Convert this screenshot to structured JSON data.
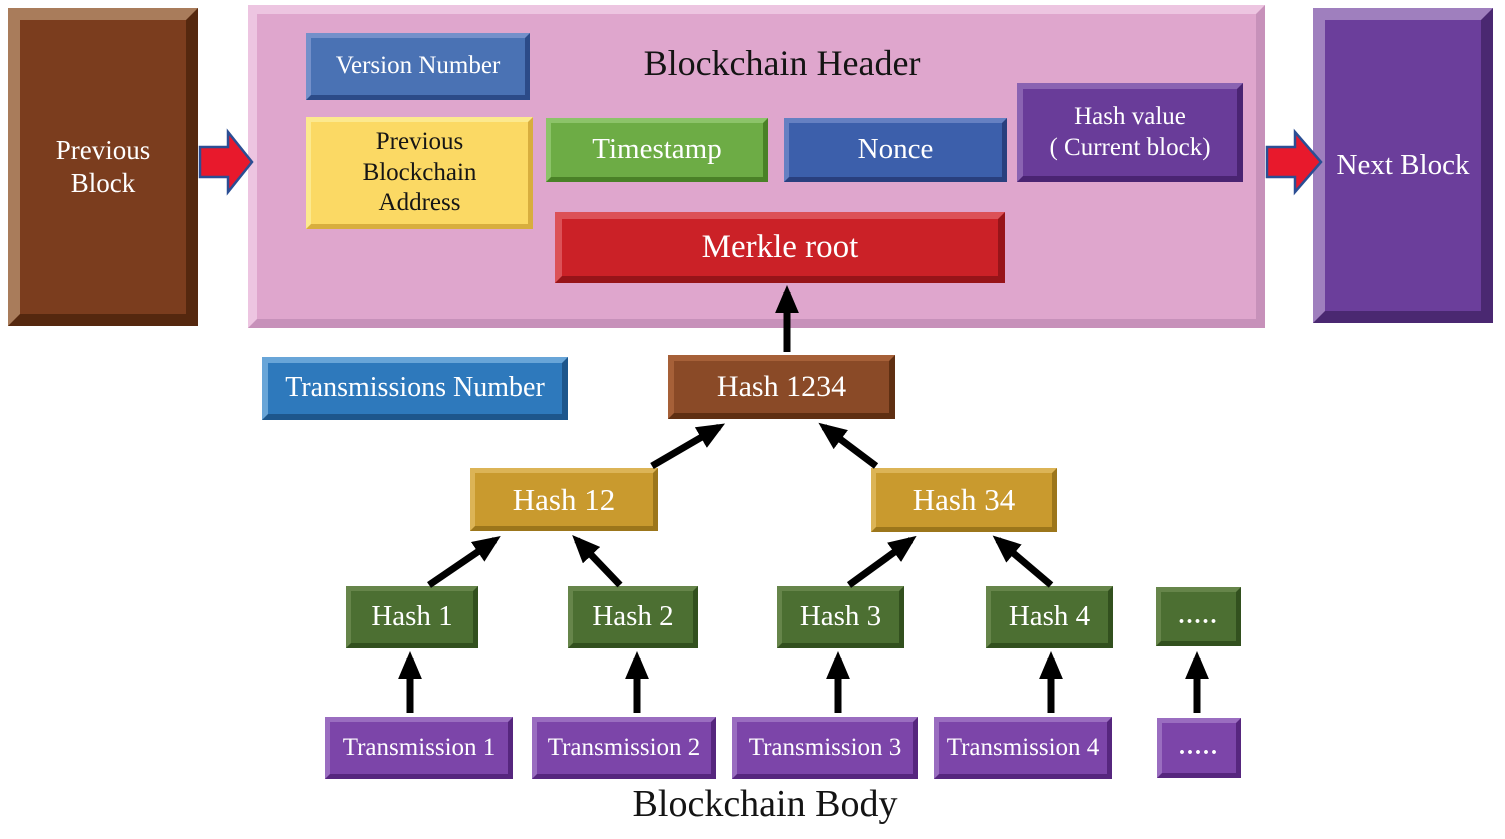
{
  "chain": {
    "previous_block_label": "Previous Block",
    "next_block_label": "Next Block"
  },
  "header": {
    "title": "Blockchain Header",
    "version_number": "Version Number",
    "previous_address": "Previous Blockchain Address",
    "timestamp": "Timestamp",
    "nonce": "Nonce",
    "hash_value_line1": "Hash value",
    "hash_value_line2": "( Current block)",
    "merkle_root": "Merkle root"
  },
  "body": {
    "title": "Blockchain Body",
    "transmissions_number": "Transmissions Number",
    "merkle_tree": {
      "root": "Hash 1234",
      "branches": [
        "Hash 12",
        "Hash 34"
      ],
      "leaves": [
        "Hash 1",
        "Hash 2",
        "Hash 3",
        "Hash 4",
        "....."
      ],
      "transmissions": [
        "Transmission 1",
        "Transmission 2",
        "Transmission 3",
        "Transmission 4",
        "....."
      ]
    }
  },
  "colors": {
    "brown-block": {
      "face": "#7B3D1E",
      "lt": "#A97C5B",
      "dk": "#55280F"
    },
    "pink-panel": {
      "face": "#DFA6CD",
      "lt": "#EDC5E1",
      "dk": "#C791BA"
    },
    "blue-version": {
      "face": "#4A72B4",
      "lt": "#7490CA",
      "dk": "#2C4B88"
    },
    "yellow-address": {
      "face": "#FBD964",
      "lt": "#FCE98E",
      "dk": "#D8AE3E"
    },
    "green-timestamp": {
      "face": "#6DAC45",
      "lt": "#8CC369",
      "dk": "#4A8127"
    },
    "blue-nonce": {
      "face": "#3C5FAB",
      "lt": "#6580C2",
      "dk": "#293F7E"
    },
    "purple-hashvalue": {
      "face": "#693C99",
      "lt": "#8A63B2",
      "dk": "#4A2472"
    },
    "red-merkle": {
      "face": "#CB2127",
      "lt": "#DC5157",
      "dk": "#971419"
    },
    "purple-block": {
      "face": "#6B3E9B",
      "lt": "#9F7FBE",
      "dk": "#4A2871"
    },
    "blue-transnum": {
      "face": "#2E79BC",
      "lt": "#68A5D8",
      "dk": "#1D568C"
    },
    "brown-hash": {
      "face": "#8A4A27",
      "lt": "#A66038",
      "dk": "#5F2F12"
    },
    "gold-hash": {
      "face": "#C99A2E",
      "lt": "#DCB456",
      "dk": "#9C761B"
    },
    "green-hash": {
      "face": "#4C6F32",
      "lt": "#66854A",
      "dk": "#32501E"
    },
    "purple-transmission": {
      "face": "#7C45A9",
      "lt": "#9A6DC0",
      "dk": "#56267E"
    },
    "arrow-red": "#E8192C",
    "arrow-outline": "#2B4E94",
    "arrow-black": "#000000",
    "text-light": "#FFFFFF",
    "text-dark": "#151515"
  }
}
